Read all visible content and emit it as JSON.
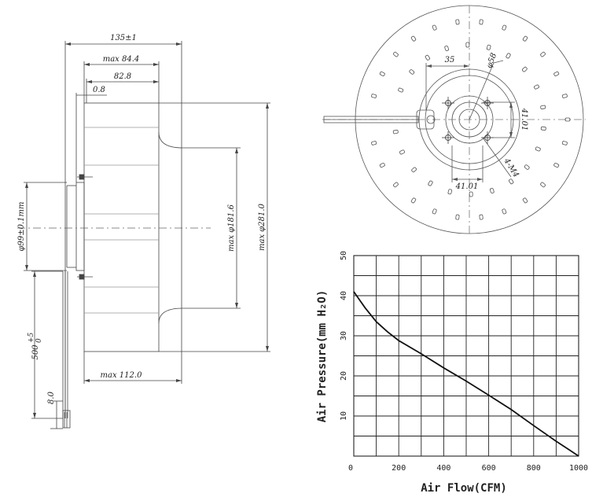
{
  "side_view": {
    "dims": {
      "overall_width": "135±1",
      "max_depth": "max 84.4",
      "depth": "82.8",
      "offset": "0.8",
      "hub_diameter": "φ99±0.1mm",
      "inner_diameter": "max φ181.6",
      "outer_diameter": "max φ281.0",
      "cable_length": "500",
      "cable_tol_upper": "+5",
      "cable_tol_lower": "0",
      "lead_length": "8.0",
      "max_width": "max 112.0"
    }
  },
  "front_view": {
    "dims": {
      "offset_35": "35",
      "bolt_circle": "φ58",
      "pcd_right": "41.01",
      "pcd_bottom": "41.01",
      "screw_spec": "4-M4"
    }
  },
  "chart_data": {
    "type": "line",
    "xlabel": "Air Flow(CFM)",
    "ylabel": "Air Pressure(mm H₂O)",
    "xlim": [
      0,
      1000
    ],
    "ylim": [
      0,
      50
    ],
    "x_ticks": [
      0,
      200,
      400,
      600,
      800,
      1000
    ],
    "y_ticks": [
      10,
      20,
      30,
      40,
      50
    ],
    "x_tick_labels": [
      "0",
      "200",
      "400",
      "600",
      "800",
      "1000"
    ],
    "y_tick_labels": [
      "10",
      "20",
      "30",
      "40",
      "50"
    ],
    "grid": true,
    "series": [
      {
        "x": [
          0,
          50,
          100,
          150,
          200,
          300,
          400,
          500,
          600,
          700,
          800,
          900,
          960,
          1000
        ],
        "y": [
          41,
          37,
          33.5,
          31,
          28.8,
          25.5,
          22,
          18.7,
          15.2,
          11.6,
          7.6,
          3.7,
          1.5,
          0
        ]
      }
    ],
    "colors": {
      "line": "#111111",
      "grid": "#222222"
    }
  }
}
